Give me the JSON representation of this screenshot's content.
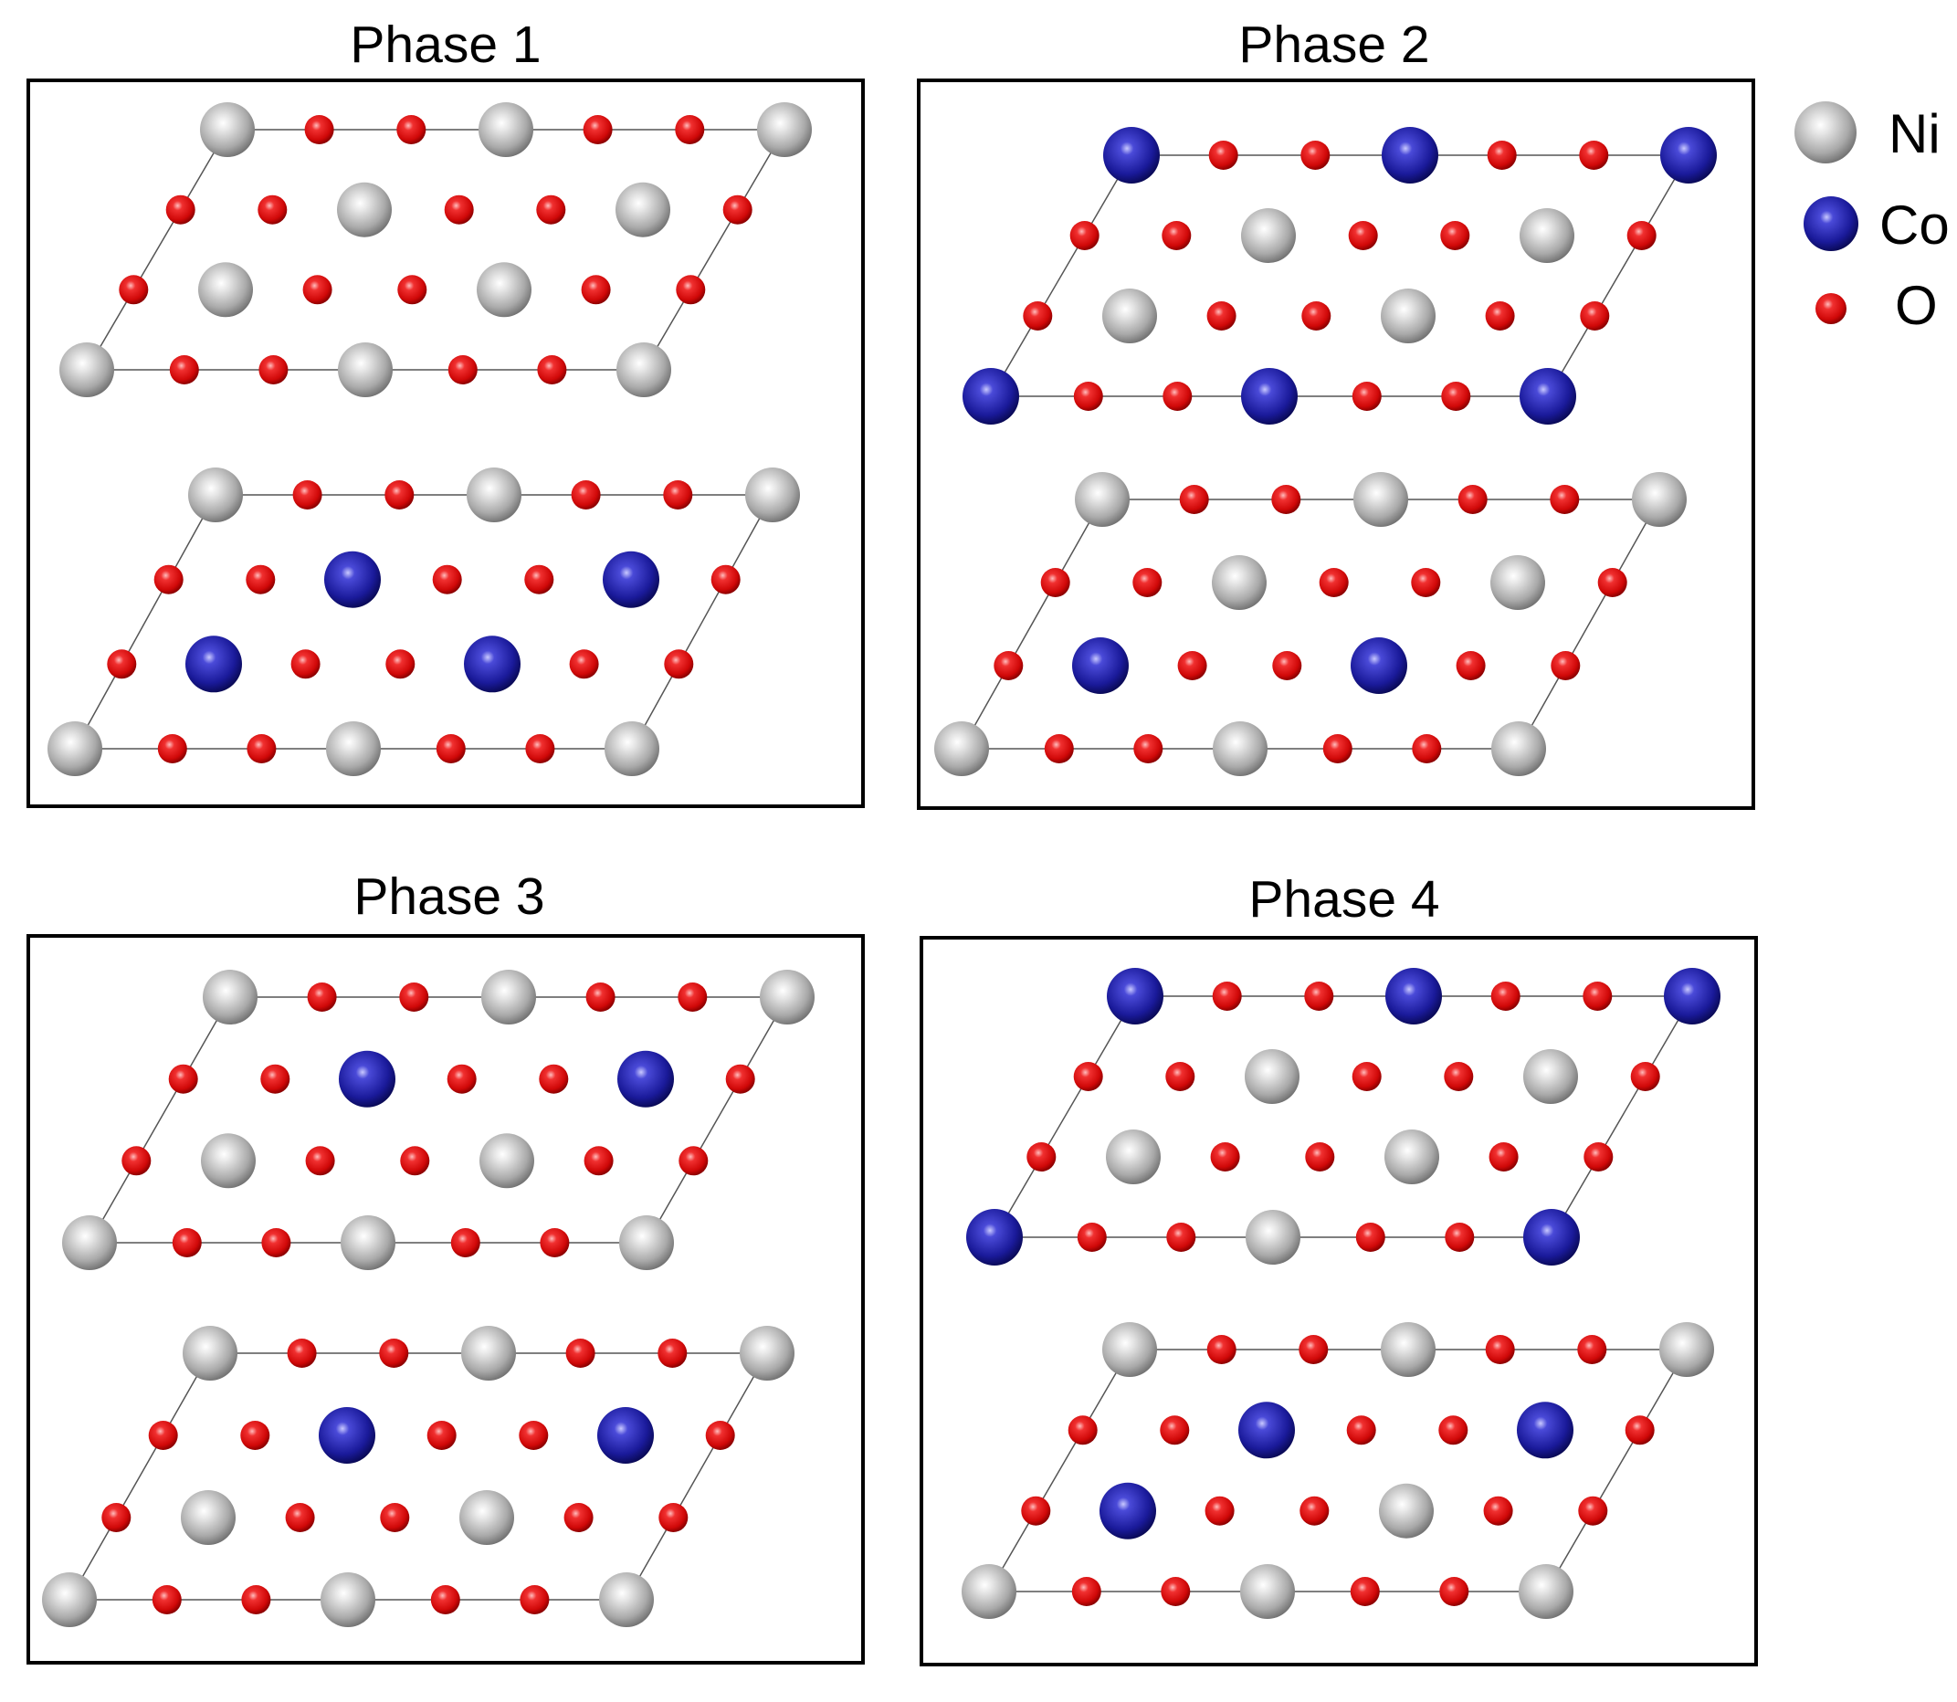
{
  "panels": [
    {
      "title": "Phase 1",
      "layers": [
        {
          "corners": "gray",
          "rowB": [
            "gray",
            "gray"
          ],
          "rowC": [
            "gray",
            "gray"
          ],
          "rowD": "gray"
        },
        {
          "corners": "gray",
          "rowB": [
            "blue",
            "blue"
          ],
          "rowC": [
            "blue",
            "blue"
          ],
          "rowD": "gray"
        }
      ]
    },
    {
      "title": "Phase 2",
      "layers": [
        {
          "corners": "blue",
          "rowB": [
            "gray",
            "gray"
          ],
          "rowC": [
            "gray",
            "gray"
          ],
          "rowD": "blue"
        },
        {
          "corners": "gray",
          "rowB": [
            "gray",
            "gray"
          ],
          "rowC": [
            "blue",
            "blue"
          ],
          "rowD": "gray"
        }
      ]
    },
    {
      "title": "Phase 3",
      "layers": [
        {
          "corners": "gray",
          "rowB": [
            "blue",
            "blue"
          ],
          "rowC": [
            "gray",
            "gray"
          ],
          "rowD": "gray"
        },
        {
          "corners": "gray",
          "rowB": [
            "blue",
            "blue"
          ],
          "rowC": [
            "gray",
            "gray"
          ],
          "rowD": "gray"
        }
      ]
    },
    {
      "title": "Phase 4",
      "layers": [
        {
          "corners": "blue",
          "rowB": [
            "gray",
            "gray"
          ],
          "rowC": [
            "gray",
            "gray"
          ],
          "rowD": "gray"
        },
        {
          "corners": "gray",
          "rowB": [
            "blue",
            "blue"
          ],
          "rowC": [
            "blue",
            "gray"
          ],
          "rowD": "gray"
        }
      ]
    }
  ],
  "legend": [
    {
      "label": "Ni",
      "element": "gray"
    },
    {
      "label": "Co",
      "element": "blue"
    },
    {
      "label": "O",
      "element": "red"
    }
  ],
  "colors": {
    "Ni": "#a8a8a8",
    "Co": "#1a1a8f",
    "O": "#e01010"
  }
}
